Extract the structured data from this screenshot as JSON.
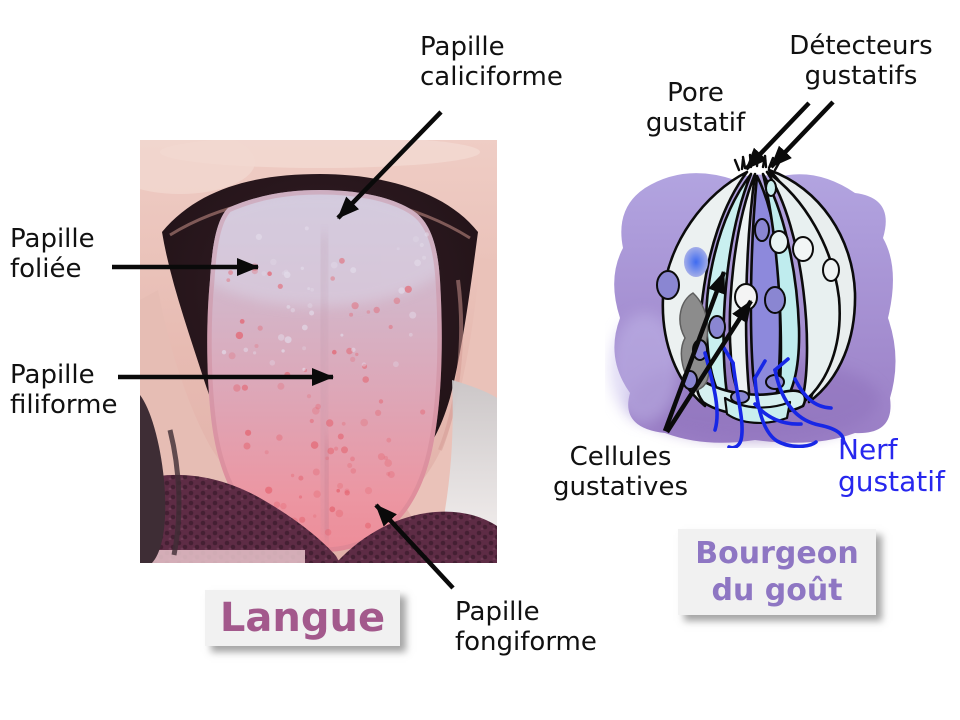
{
  "figure": {
    "left_panel": {
      "caption": "Langue",
      "labels": {
        "caliciforme": "Papille caliciforme",
        "foliee": "Papille foliée",
        "filiforme": "Papille filiforme",
        "fongiforme": "Papille fongiforme"
      }
    },
    "right_panel": {
      "caption": "Bourgeon du goût",
      "labels": {
        "pore": "Pore gustatif",
        "detecteurs": "Détecteurs gustatifs",
        "cellules": "Cellules gustatives",
        "nerf": "Nerf gustatif"
      }
    },
    "colors": {
      "label_text": "#111111",
      "nerf_text": "#2727EE",
      "langue_caption": "#A3598C",
      "bourgeon_caption": "#8E76C3",
      "caption_box_bg": "#F1F1F1",
      "nerve_blue": "#1727E6",
      "arrow_black": "#0A0A0A"
    }
  }
}
